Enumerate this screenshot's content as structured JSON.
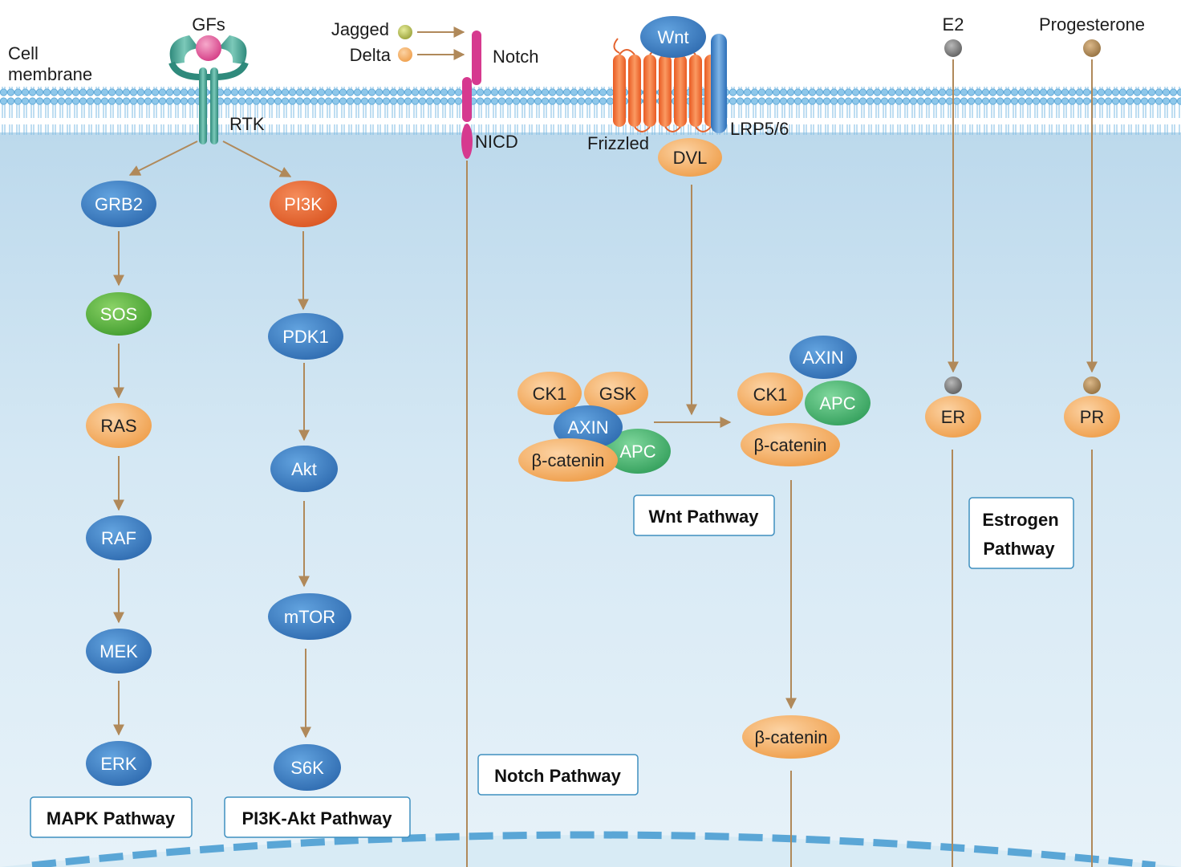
{
  "labels": {
    "cell_membrane_line1": "Cell",
    "cell_membrane_line2": "membrane",
    "gfs": "GFs",
    "rtk": "RTK",
    "jagged": "Jagged",
    "delta": "Delta",
    "notch": "Notch",
    "nicd": "NICD",
    "wnt": "Wnt",
    "frizzled": "Frizzled",
    "lrp": "LRP5/6",
    "dvl": "DVL",
    "e2": "E2",
    "progesterone": "Progesterone"
  },
  "mapk": {
    "title": "MAPK Pathway",
    "nodes": [
      "GRB2",
      "SOS",
      "RAS",
      "RAF",
      "MEK",
      "ERK"
    ]
  },
  "pi3k": {
    "title": "PI3K-Akt Pathway",
    "nodes": [
      "PI3K",
      "PDK1",
      "Akt",
      "mTOR",
      "S6K"
    ]
  },
  "notch_pathway": {
    "title": "Notch Pathway"
  },
  "wnt_pathway": {
    "title": "Wnt Pathway",
    "complex_left": [
      "CK1",
      "GSK",
      "AXIN",
      "β-catenin",
      "APC"
    ],
    "complex_right": [
      "AXIN",
      "CK1",
      "APC",
      "β-catenin"
    ],
    "nuclear": "β-catenin"
  },
  "estrogen_pathway": {
    "title_line1": "Estrogen",
    "title_line2": "Pathway",
    "er": "ER",
    "pr": "PR"
  },
  "colors": {
    "arrow": "#b0895a",
    "blue_node": "#3f7fc4",
    "orange_node": "#f3a656",
    "red_orange_node": "#e4632e",
    "green_node": "#56b040",
    "green_light": "#47b66e",
    "teal_receptor": "#3a9b8c",
    "pink_notch": "#d6398f",
    "membrane_bead": "#6fb4de",
    "cytoplasm": "#dcecf6"
  }
}
